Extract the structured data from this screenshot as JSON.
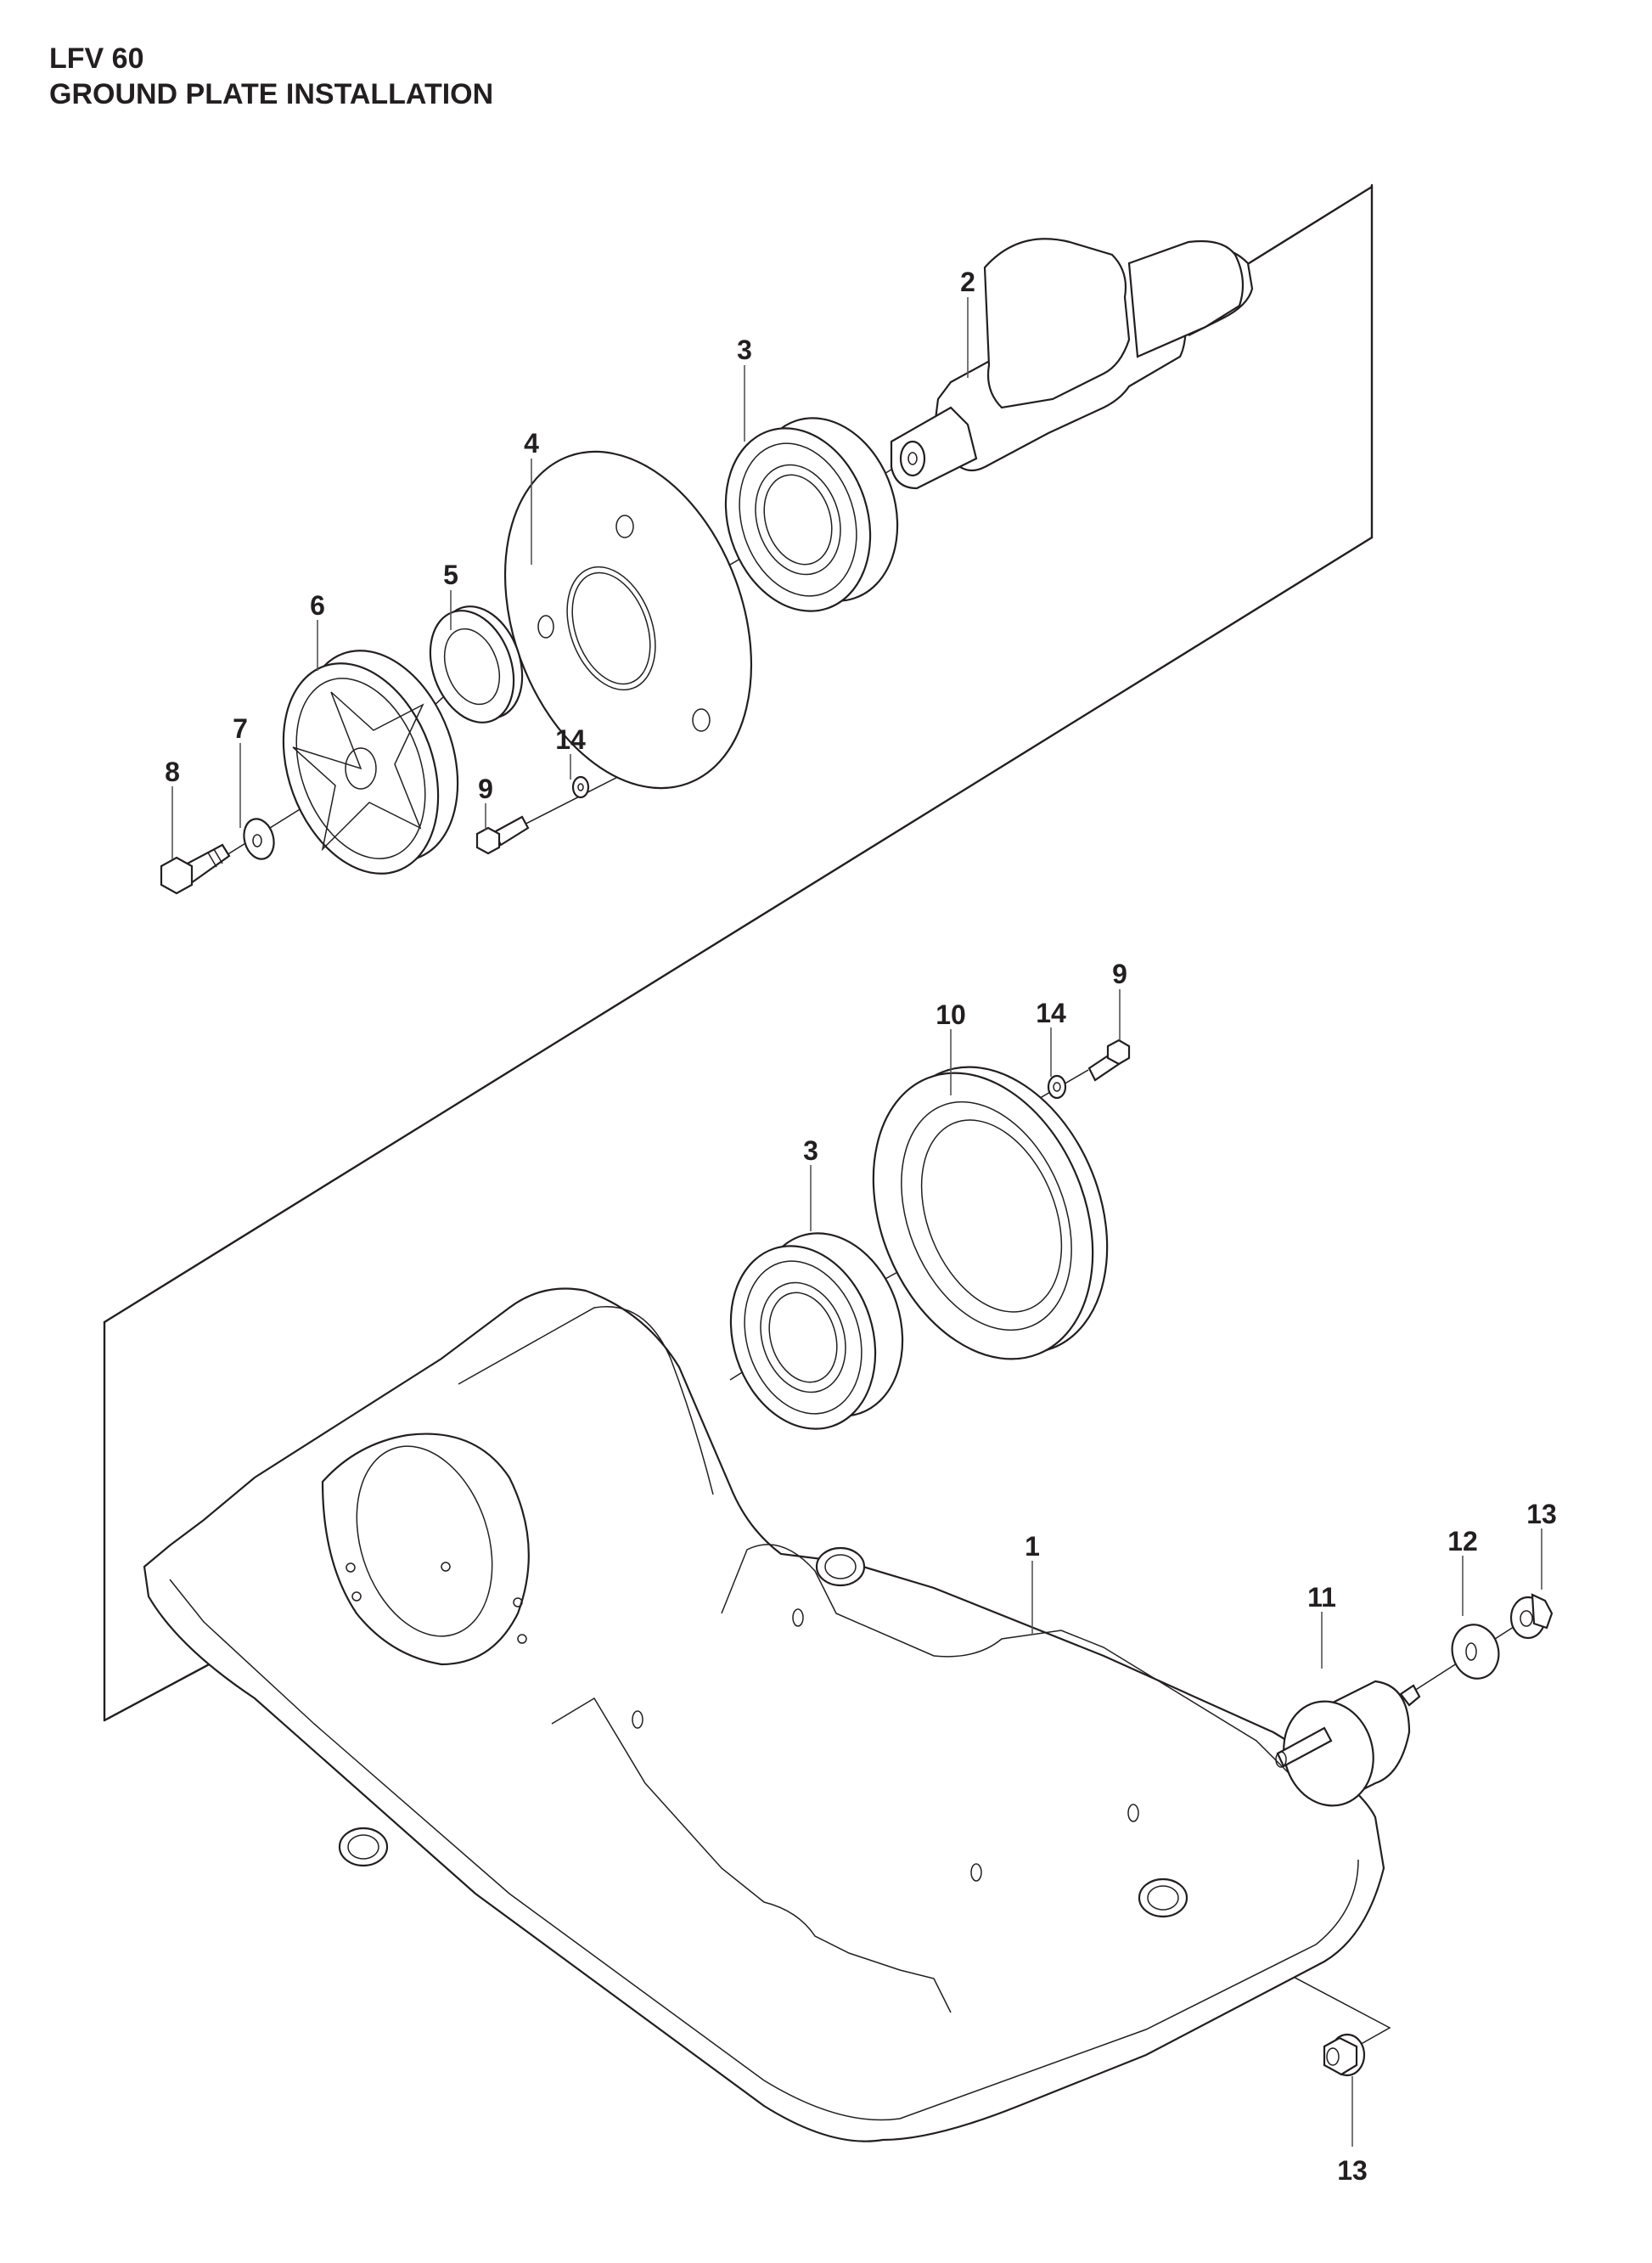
{
  "header": {
    "model": "LFV 60",
    "title": "GROUND PLATE INSTALLATION"
  },
  "diagram": {
    "type": "exploded-parts-view",
    "line_color": "#231f20",
    "background": "#ffffff",
    "callouts": [
      {
        "id": "c-2",
        "label": "2",
        "part": "crankshaft"
      },
      {
        "id": "c-3a",
        "label": "3",
        "part": "bearing-upper"
      },
      {
        "id": "c-4",
        "label": "4",
        "part": "bearing-cover"
      },
      {
        "id": "c-5",
        "label": "5",
        "part": "seal-ring"
      },
      {
        "id": "c-6",
        "label": "6",
        "part": "pulley"
      },
      {
        "id": "c-7",
        "label": "7",
        "part": "washer"
      },
      {
        "id": "c-8",
        "label": "8",
        "part": "flange-bolt"
      },
      {
        "id": "c-9a",
        "label": "9",
        "part": "screw-upper"
      },
      {
        "id": "c-14a",
        "label": "14",
        "part": "lock-washer-upper"
      },
      {
        "id": "c-10",
        "label": "10",
        "part": "bearing-retainer"
      },
      {
        "id": "c-14b",
        "label": "14",
        "part": "lock-washer-lower"
      },
      {
        "id": "c-9b",
        "label": "9",
        "part": "screw-lower"
      },
      {
        "id": "c-3b",
        "label": "3",
        "part": "bearing-lower"
      },
      {
        "id": "c-1",
        "label": "1",
        "part": "ground-plate"
      },
      {
        "id": "c-11",
        "label": "11",
        "part": "rubber-buffer"
      },
      {
        "id": "c-12",
        "label": "12",
        "part": "washer-large"
      },
      {
        "id": "c-13a",
        "label": "13",
        "part": "nut-upper"
      },
      {
        "id": "c-13b",
        "label": "13",
        "part": "nut-lower"
      }
    ]
  }
}
